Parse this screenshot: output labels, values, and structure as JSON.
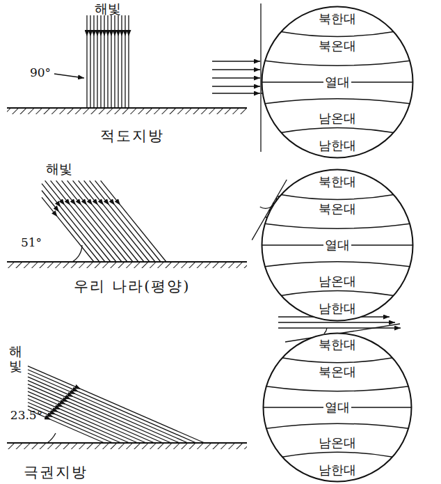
{
  "diagram": {
    "nodes": [
      {
        "text": [
          "북한대",
          "북온대",
          "열대",
          "남온대",
          "남한대"
        ]
      },
      {
        "text": [
          "북한대",
          "북온대",
          "열대",
          "남온대",
          "남한대"
        ]
      },
      {
        "text": [
          "북한대",
          "북온대",
          "열대",
          "남온대",
          "남한대"
        ]
      }
    ],
    "labels": [
      "해빛",
      "90°",
      "적도지방",
      "해빛",
      "51°",
      "우리 나라(평양)",
      "해빛",
      "23.5°",
      "극권지방"
    ]
  }
}
